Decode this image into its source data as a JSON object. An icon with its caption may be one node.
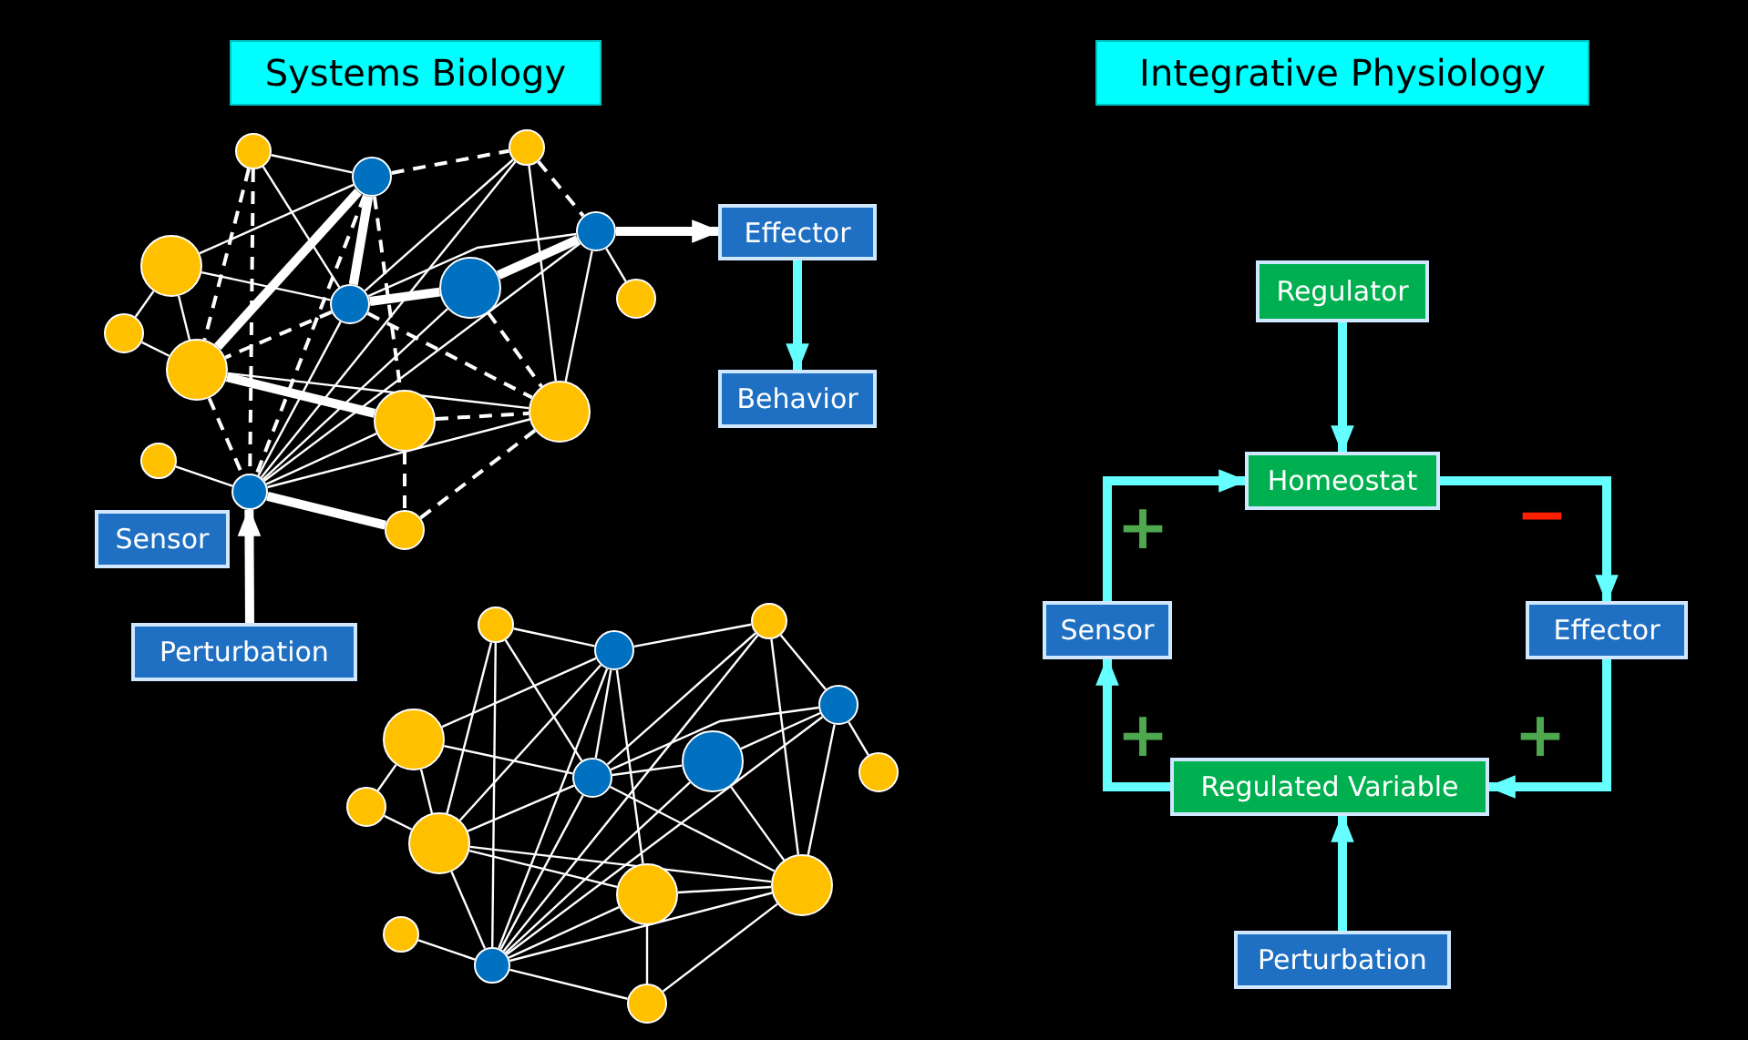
{
  "diagram": {
    "nodes": [
      {
        "text": [
          "Systems Biology"
        ]
      },
      {
        "text": [
          "Integrative Physiology"
        ]
      },
      {
        "text": [],
        "shape": "circle"
      },
      {
        "text": [],
        "shape": "circle"
      },
      {
        "text": [],
        "shape": "circle"
      },
      {
        "text": [],
        "shape": "circle"
      },
      {
        "text": [],
        "shape": "circle"
      },
      {
        "text": [],
        "shape": "circle"
      },
      {
        "text": [],
        "shape": "circle"
      },
      {
        "text": [],
        "shape": "circle"
      },
      {
        "text": [],
        "shape": "circle"
      },
      {
        "text": [],
        "shape": "circle"
      },
      {
        "text": [],
        "shape": "circle"
      },
      {
        "text": [],
        "shape": "circle"
      },
      {
        "text": [],
        "shape": "circle"
      },
      {
        "text": [],
        "shape": "circle"
      },
      {
        "text": [],
        "shape": "circle"
      },
      {
        "text": [
          "Effector"
        ]
      },
      {
        "text": [
          "Behavior"
        ]
      },
      {
        "text": [
          "Sensor"
        ]
      },
      {
        "text": [
          "Perturbation"
        ]
      },
      {
        "text": [],
        "shape": "circle"
      },
      {
        "text": [],
        "shape": "circle"
      },
      {
        "text": [],
        "shape": "circle"
      },
      {
        "text": [],
        "shape": "circle"
      },
      {
        "text": [],
        "shape": "circle"
      },
      {
        "text": [],
        "shape": "circle"
      },
      {
        "text": [],
        "shape": "circle"
      },
      {
        "text": [],
        "shape": "circle"
      },
      {
        "text": [],
        "shape": "circle"
      },
      {
        "text": [],
        "shape": "circle"
      },
      {
        "text": [],
        "shape": "circle"
      },
      {
        "text": [],
        "shape": "circle"
      },
      {
        "text": [],
        "shape": "circle"
      },
      {
        "text": [],
        "shape": "circle"
      },
      {
        "text": [],
        "shape": "circle"
      },
      {
        "text": [
          "Regulator"
        ]
      },
      {
        "text": [
          "Homeostat"
        ]
      },
      {
        "text": [
          "Sensor"
        ]
      },
      {
        "text": [
          "Effector"
        ]
      },
      {
        "text": [
          "Regulated Variable"
        ]
      },
      {
        "text": [
          "Perturbation"
        ]
      }
    ],
    "edges": [
      {
        "from": 2,
        "to": 3,
        "arrow": "none"
      },
      {
        "from": 2,
        "to": 11,
        "arrow": "none",
        "style": "dashed"
      },
      {
        "from": 2,
        "to": 15,
        "arrow": "none",
        "style": "dashed"
      },
      {
        "from": 2,
        "to": 8,
        "arrow": "none"
      },
      {
        "from": 3,
        "to": 4,
        "arrow": "none",
        "style": "dashed"
      },
      {
        "from": 3,
        "to": 5,
        "arrow": "none"
      },
      {
        "from": 3,
        "to": 11,
        "arrow": "none",
        "style": "thick"
      },
      {
        "from": 3,
        "to": 8,
        "arrow": "none",
        "style": "thick"
      },
      {
        "from": 3,
        "to": 12,
        "arrow": "none",
        "style": "dashed"
      },
      {
        "from": 3,
        "to": 15,
        "arrow": "none",
        "style": "dashed"
      },
      {
        "from": 4,
        "to": 8,
        "arrow": "none"
      },
      {
        "from": 4,
        "to": 15,
        "arrow": "none"
      },
      {
        "from": 4,
        "to": 6,
        "arrow": "none",
        "style": "dashed"
      },
      {
        "from": 4,
        "to": 13,
        "arrow": "none"
      },
      {
        "from": 5,
        "to": 10,
        "arrow": "none"
      },
      {
        "from": 5,
        "to": 11,
        "arrow": "none"
      },
      {
        "from": 5,
        "to": 8,
        "arrow": "none"
      },
      {
        "from": 6,
        "to": 8,
        "arrow": "none"
      },
      {
        "from": 6,
        "to": 7,
        "arrow": "none",
        "style": "thick"
      },
      {
        "from": 6,
        "to": 9,
        "arrow": "none"
      },
      {
        "from": 6,
        "to": 13,
        "arrow": "none"
      },
      {
        "from": 6,
        "to": 15,
        "arrow": "none"
      },
      {
        "from": 7,
        "to": 8,
        "arrow": "none",
        "style": "thick"
      },
      {
        "from": 7,
        "to": 13,
        "arrow": "none",
        "style": "dashed"
      },
      {
        "from": 7,
        "to": 15,
        "arrow": "none"
      },
      {
        "from": 8,
        "to": 13,
        "arrow": "none",
        "style": "dashed"
      },
      {
        "from": 8,
        "to": 15,
        "arrow": "none"
      },
      {
        "from": 8,
        "to": 11,
        "arrow": "none",
        "style": "dashed"
      },
      {
        "from": 10,
        "to": 11,
        "arrow": "none"
      },
      {
        "from": 11,
        "to": 12,
        "arrow": "none",
        "style": "thick"
      },
      {
        "from": 11,
        "to": 13,
        "arrow": "none"
      },
      {
        "from": 11,
        "to": 15,
        "arrow": "none",
        "style": "dashed"
      },
      {
        "from": 12,
        "to": 13,
        "arrow": "none",
        "style": "dashed"
      },
      {
        "from": 12,
        "to": 15,
        "arrow": "none"
      },
      {
        "from": 12,
        "to": 16,
        "arrow": "none",
        "style": "dashed"
      },
      {
        "from": 13,
        "to": 15,
        "arrow": "none"
      },
      {
        "from": 13,
        "to": 16,
        "arrow": "none",
        "style": "dashed"
      },
      {
        "from": 15,
        "to": 16,
        "arrow": "none",
        "style": "thick"
      },
      {
        "from": 14,
        "to": 15,
        "arrow": "none"
      },
      {
        "from": 21,
        "to": 22,
        "arrow": "none"
      },
      {
        "from": 21,
        "to": 30,
        "arrow": "none"
      },
      {
        "from": 21,
        "to": 34,
        "arrow": "none"
      },
      {
        "from": 21,
        "to": 27,
        "arrow": "none"
      },
      {
        "from": 22,
        "to": 23,
        "arrow": "none"
      },
      {
        "from": 22,
        "to": 24,
        "arrow": "none"
      },
      {
        "from": 22,
        "to": 30,
        "arrow": "none"
      },
      {
        "from": 22,
        "to": 27,
        "arrow": "none"
      },
      {
        "from": 22,
        "to": 31,
        "arrow": "none"
      },
      {
        "from": 22,
        "to": 34,
        "arrow": "none"
      },
      {
        "from": 23,
        "to": 27,
        "arrow": "none"
      },
      {
        "from": 23,
        "to": 34,
        "arrow": "none"
      },
      {
        "from": 23,
        "to": 25,
        "arrow": "none"
      },
      {
        "from": 23,
        "to": 32,
        "arrow": "none"
      },
      {
        "from": 24,
        "to": 29,
        "arrow": "none"
      },
      {
        "from": 24,
        "to": 30,
        "arrow": "none"
      },
      {
        "from": 24,
        "to": 27,
        "arrow": "none"
      },
      {
        "from": 25,
        "to": 27,
        "arrow": "none"
      },
      {
        "from": 25,
        "to": 26,
        "arrow": "none"
      },
      {
        "from": 25,
        "to": 28,
        "arrow": "none"
      },
      {
        "from": 25,
        "to": 32,
        "arrow": "none"
      },
      {
        "from": 25,
        "to": 34,
        "arrow": "none"
      },
      {
        "from": 26,
        "to": 27,
        "arrow": "none"
      },
      {
        "from": 26,
        "to": 32,
        "arrow": "none"
      },
      {
        "from": 26,
        "to": 34,
        "arrow": "none"
      },
      {
        "from": 27,
        "to": 32,
        "arrow": "none"
      },
      {
        "from": 27,
        "to": 34,
        "arrow": "none"
      },
      {
        "from": 27,
        "to": 30,
        "arrow": "none"
      },
      {
        "from": 29,
        "to": 30,
        "arrow": "none"
      },
      {
        "from": 30,
        "to": 31,
        "arrow": "none"
      },
      {
        "from": 30,
        "to": 32,
        "arrow": "none"
      },
      {
        "from": 30,
        "to": 34,
        "arrow": "none"
      },
      {
        "from": 31,
        "to": 32,
        "arrow": "none"
      },
      {
        "from": 31,
        "to": 34,
        "arrow": "none"
      },
      {
        "from": 31,
        "to": 35,
        "arrow": "none"
      },
      {
        "from": 32,
        "to": 34,
        "arrow": "none"
      },
      {
        "from": 32,
        "to": 35,
        "arrow": "none"
      },
      {
        "from": 34,
        "to": 35,
        "arrow": "none"
      },
      {
        "from": 33,
        "to": 34,
        "arrow": "none"
      },
      {
        "from": 6,
        "to": 17,
        "arrow": "to",
        "style": "thick"
      },
      {
        "from": 17,
        "to": 18,
        "arrow": "to",
        "style": "thick",
        "color": "#66ffff"
      },
      {
        "from": 20,
        "to": 15,
        "arrow": "to",
        "style": "thick"
      },
      {
        "from": 36,
        "to": 37,
        "arrow": "to",
        "style": "thick",
        "color": "#66ffff"
      },
      {
        "from": 37,
        "to": 39,
        "arrow": "to",
        "style": "thick",
        "color": "#66ffff",
        "label": "−"
      },
      {
        "from": 39,
        "to": 40,
        "arrow": "to",
        "style": "thick",
        "color": "#66ffff",
        "label": "+"
      },
      {
        "from": 40,
        "to": 38,
        "arrow": "to",
        "style": "thick",
        "color": "#66ffff",
        "label": "+"
      },
      {
        "from": 38,
        "to": 37,
        "arrow": "to",
        "style": "thick",
        "color": "#66ffff",
        "label": "+"
      },
      {
        "from": 41,
        "to": 40,
        "arrow": "to",
        "style": "thick",
        "color": "#66ffff"
      }
    ]
  }
}
